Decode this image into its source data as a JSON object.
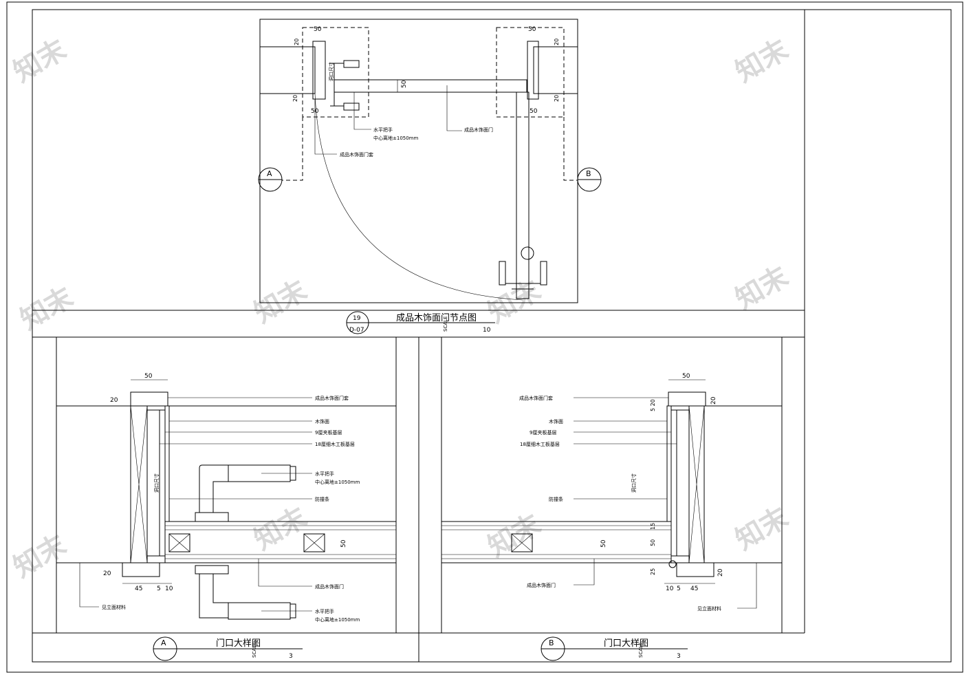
{
  "plan": {
    "title": "成品木饰面门节点图",
    "number": "19",
    "sheet": "D-07",
    "scale_label": "SCALE",
    "scale_value": "10",
    "labels": {
      "handle": "水平把手",
      "handle_height": "中心离地±1050mm",
      "door_frame": "成品木饰面门套",
      "door": "成品木饰面门",
      "opening_size": "洞口尺寸"
    },
    "dims": {
      "d50": "50",
      "d20": "20"
    },
    "callout_a": "A",
    "callout_b": "B"
  },
  "detail_a": {
    "title": "门口大样图",
    "letter": "A",
    "scale_label": "SCALE",
    "scale_value": "3",
    "labels": {
      "frame": "成品木饰面门套",
      "veneer": "木饰面",
      "ply9": "9厘夹板基层",
      "board18": "18厘细木工板基层",
      "handle": "水平把手",
      "handle_height": "中心离地±1050mm",
      "stop": "防撞条",
      "door": "成品木饰面门",
      "wall": "见立面材料",
      "opening": "洞口尺寸"
    },
    "dims": {
      "d50": "50",
      "d20": "20",
      "d45": "45",
      "d5": "5",
      "d10": "10",
      "d50b": "50"
    }
  },
  "detail_b": {
    "title": "门口大样图",
    "letter": "B",
    "scale_label": "SCALE",
    "scale_value": "3",
    "labels": {
      "frame": "成品木饰面门套",
      "veneer": "木饰面",
      "ply9": "9厘夹板基层",
      "board18": "18厘细木工板基层",
      "stop": "防撞条",
      "door": "成品木饰面门",
      "wall": "见立面材料",
      "opening": "洞口尺寸"
    },
    "dims": {
      "d50": "50",
      "d20": "20",
      "d45": "45",
      "d5": "5",
      "d10": "10",
      "d25": "25",
      "d15": "15",
      "d520": "5 20",
      "d50b": "50"
    }
  },
  "watermark": "知末"
}
